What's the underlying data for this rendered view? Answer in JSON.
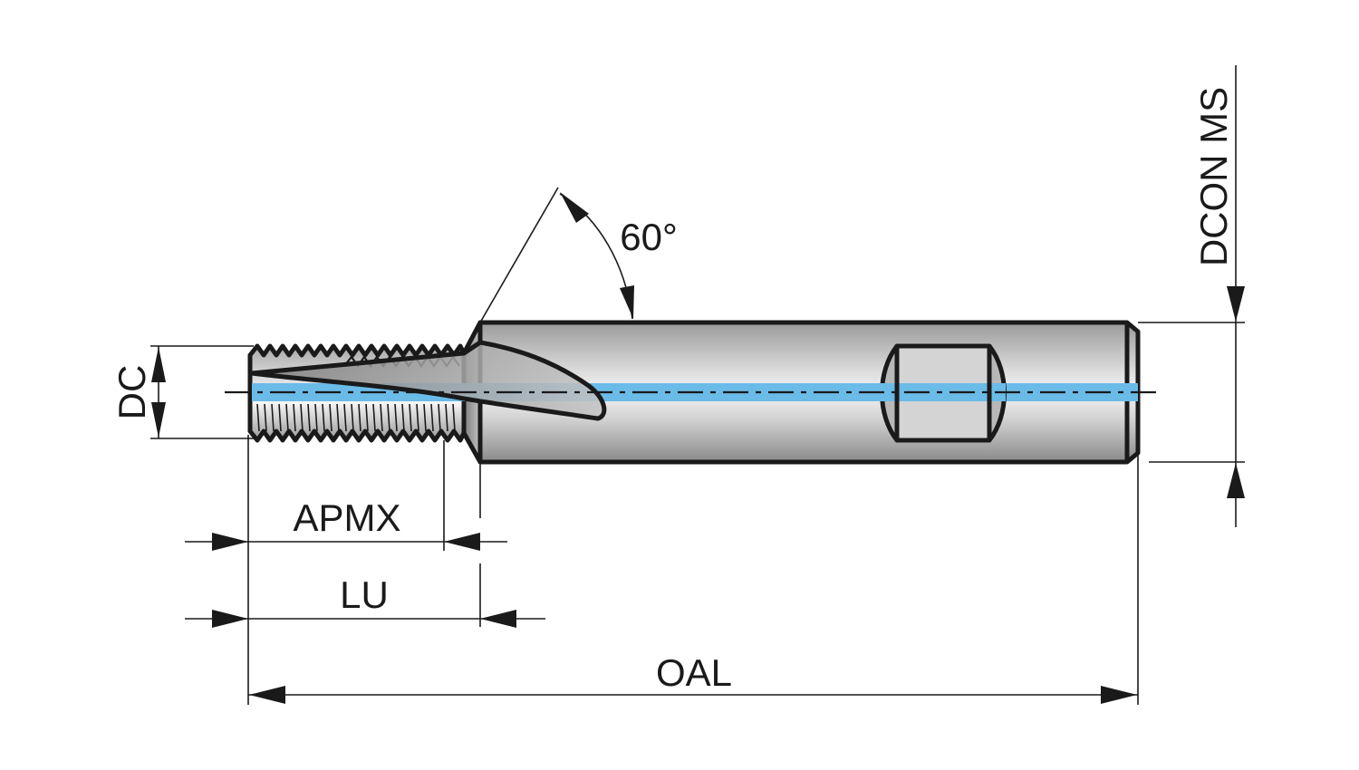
{
  "drawing": {
    "title": "Thread mill tool dimension drawing",
    "labels": {
      "dc": "DC",
      "apmx": "APMX",
      "lu": "LU",
      "oal": "OAL",
      "dcon_ms": "DCON MS",
      "angle": "60°"
    },
    "colors": {
      "coolant_channel": "#6bbbe8",
      "outline": "#1a1a1a",
      "body_light": "#f2f2f2",
      "body_dark": "#8f8f8f",
      "background": "#ffffff"
    },
    "features": {
      "thread_profile_angle_deg": 60,
      "internal_coolant": true,
      "shank_flat": "weldon-style flat"
    }
  }
}
